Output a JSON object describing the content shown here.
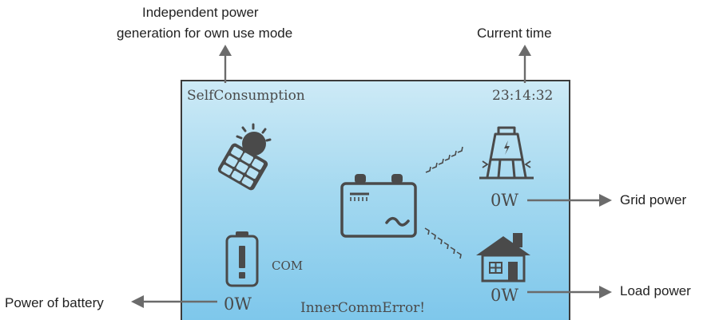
{
  "annotations": {
    "mode_line1": "Independent power",
    "mode_line2": "generation for own use mode",
    "current_time": "Current time",
    "grid_power": "Grid power",
    "load_power": "Load power",
    "battery_power": "Power of battery"
  },
  "display": {
    "mode": "SelfConsumption",
    "time": "23:14:32",
    "grid_power": "0W",
    "load_power": "0W",
    "battery_power": "0W",
    "com_label": "COM",
    "status": "InnerCommError!"
  },
  "icons": {
    "solar": "solar-panel-icon",
    "grid": "grid-tower-icon",
    "inverter": "inverter-battery-icon",
    "battery": "battery-warning-icon",
    "house": "house-icon"
  },
  "colors": {
    "screen_top": "#cdeaf6",
    "screen_bottom": "#7ec7eb",
    "icon": "#4a4a4a",
    "arrow": "#6b6b6b"
  }
}
